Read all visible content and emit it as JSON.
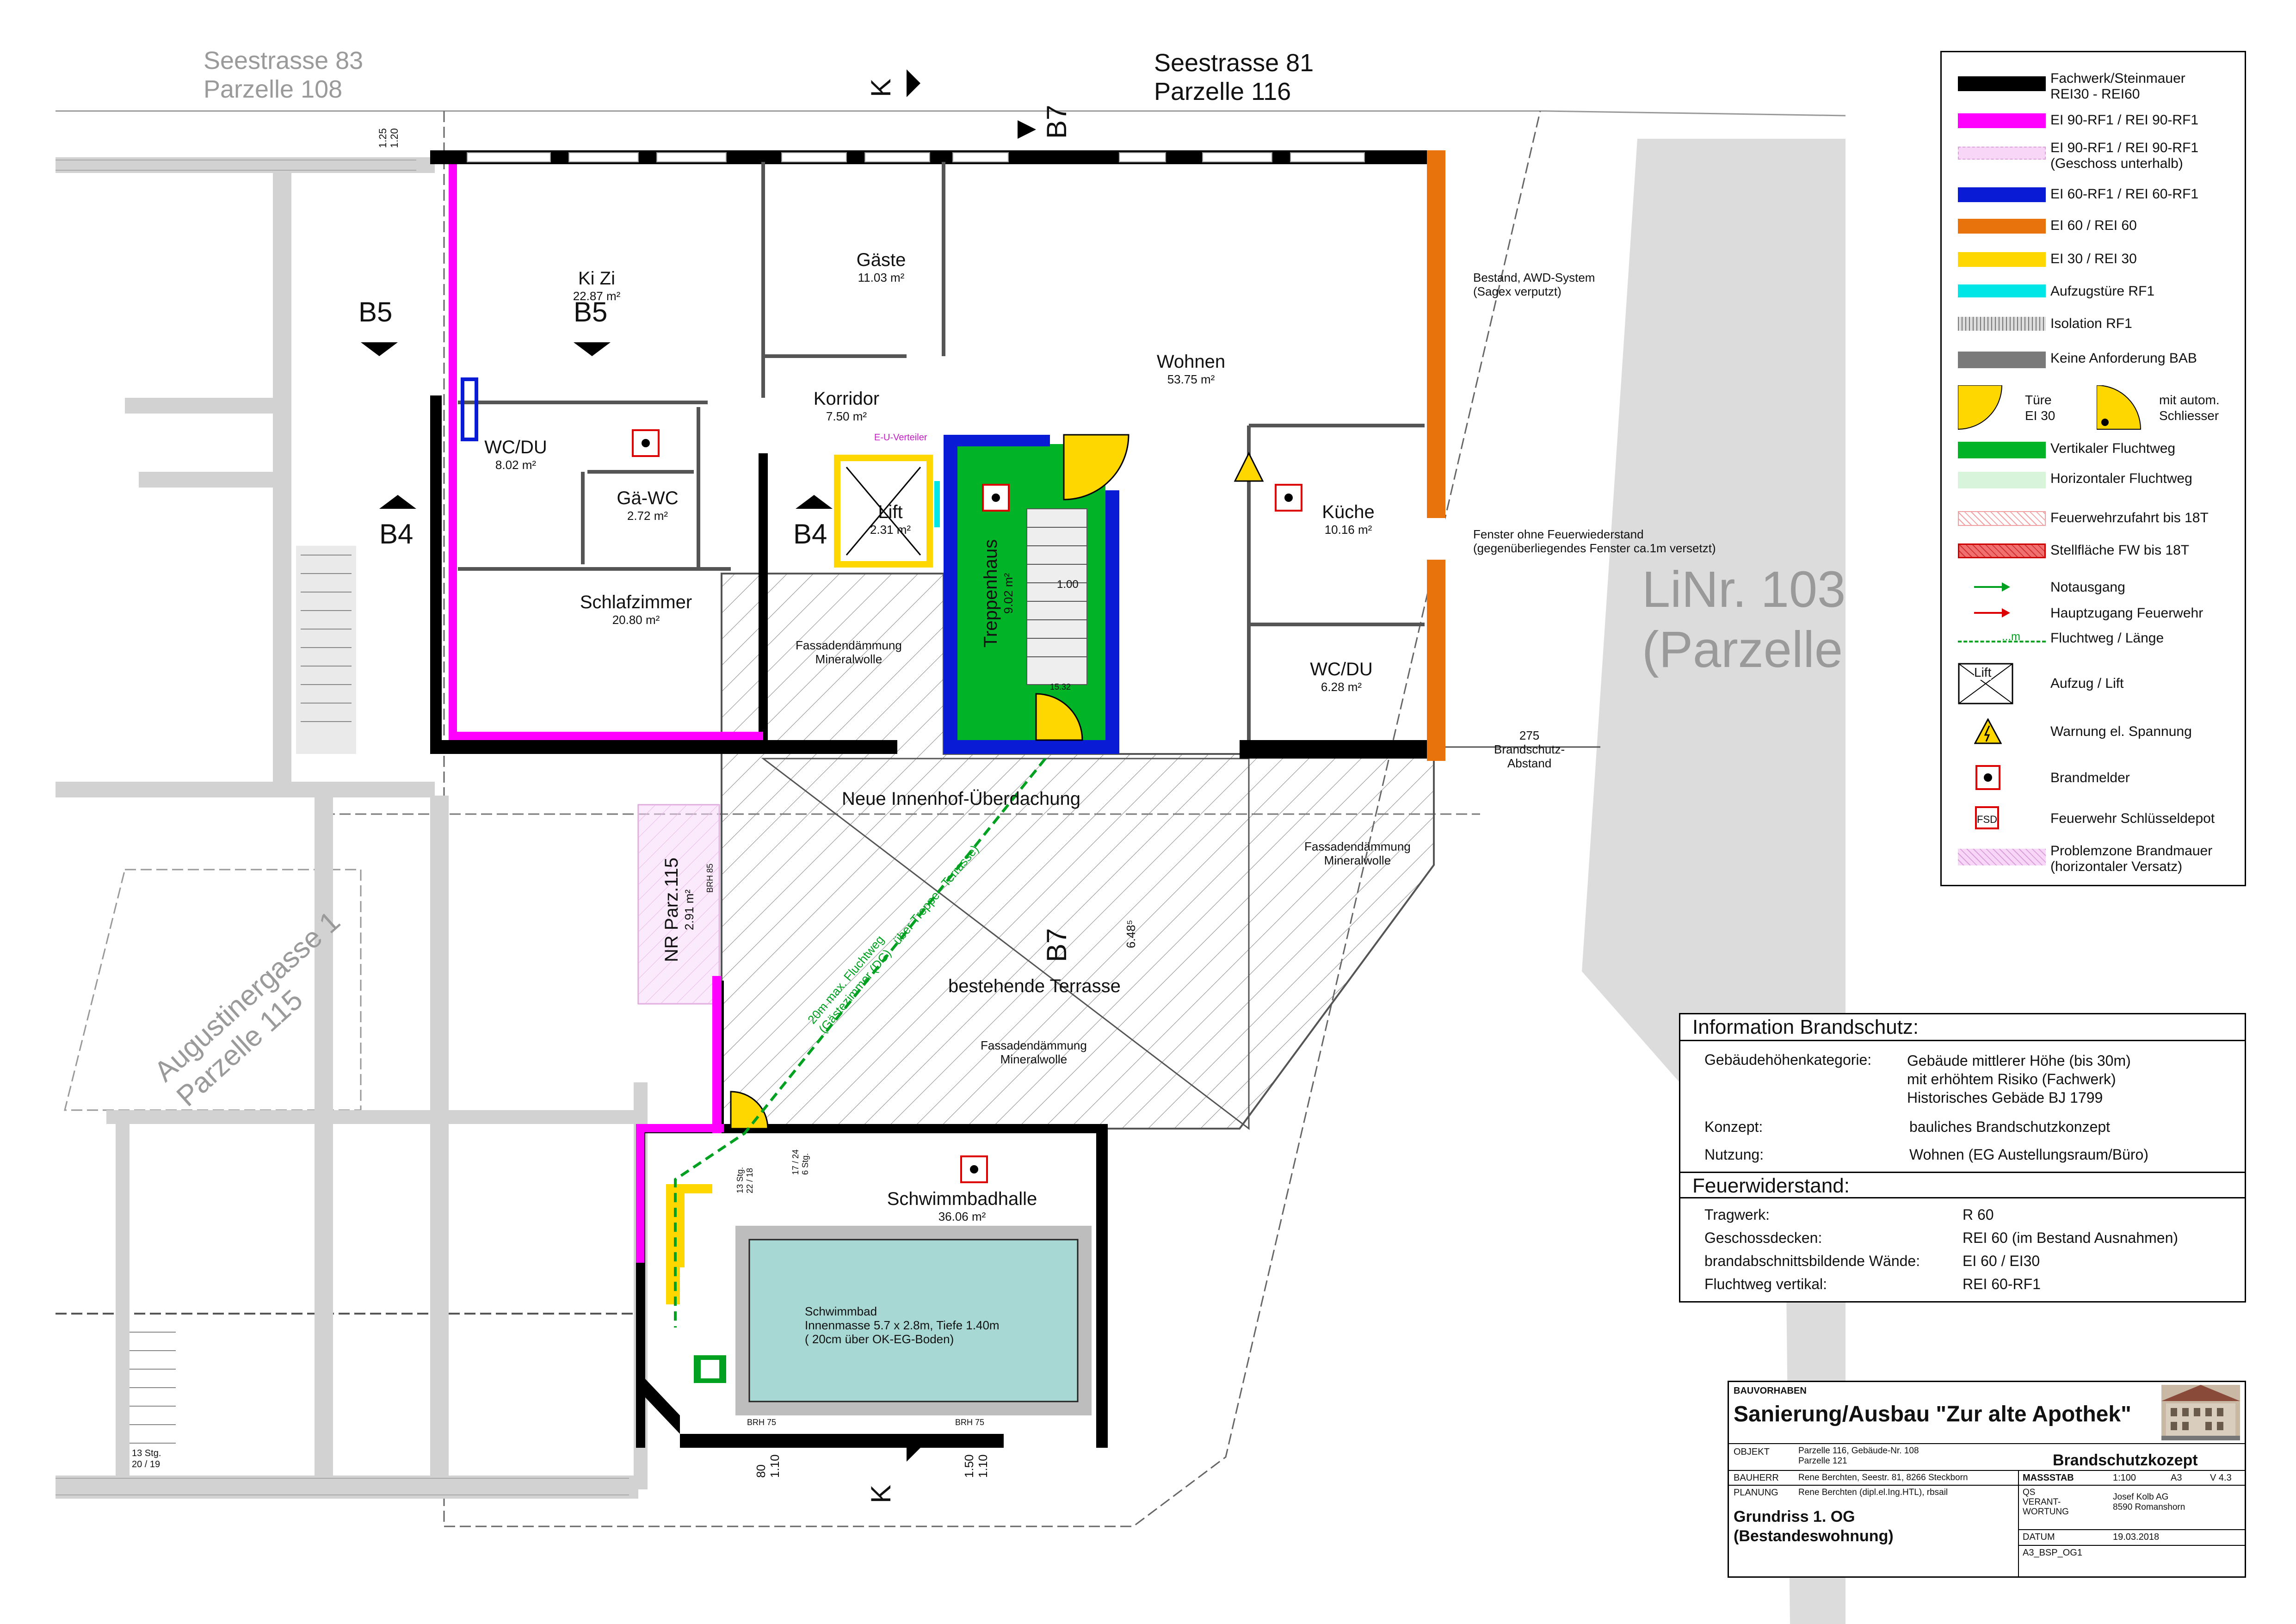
{
  "streets": {
    "seestrasse83": "Seestrasse 83",
    "parzelle108": "Parzelle 108",
    "seestrasse81": "Seestrasse 81",
    "parzelle116": "Parzelle 116",
    "augustinergasse1": "Augustinergasse 1",
    "parzelle115": "Parzelle 115",
    "linr": "LiNr. 103",
    "parzelle_r": "(Parzelle"
  },
  "section_marks": {
    "b5": "B5",
    "b4": "B4",
    "b7": "B7",
    "k": "K"
  },
  "rooms": {
    "kizi": {
      "name": "Ki Zi",
      "area": "22.87 m²"
    },
    "gaeste": {
      "name": "Gäste",
      "area": "11.03 m²"
    },
    "wohnen": {
      "name": "Wohnen",
      "area": "53.75 m²"
    },
    "korridor": {
      "name": "Korridor",
      "area": "7.50 m²"
    },
    "wcdu1": {
      "name": "WC/DU",
      "area": "8.02 m²"
    },
    "gaewc": {
      "name": "Gä-WC",
      "area": "2.72 m²"
    },
    "lift": {
      "name": "Lift",
      "area": "2.31 m²"
    },
    "treppenhaus": {
      "name": "Treppenhaus",
      "area": "9.02 m²"
    },
    "kueche": {
      "name": "Küche",
      "area": "10.16 m²"
    },
    "wcdu2": {
      "name": "WC/DU",
      "area": "6.28 m²"
    },
    "schlafzimmer": {
      "name": "Schlafzimmer",
      "area": "20.80 m²"
    },
    "nr": {
      "name": "NR Parz.115",
      "area": "2.91 m²"
    },
    "schwimmbadhalle": {
      "name": "Schwimmbadhalle",
      "area": "36.06 m²"
    }
  },
  "plan_labels": {
    "bestand": "Bestand, AWD-System",
    "sagex": "(Sagex verputzt)",
    "fenster1": "Fenster ohne Feuerwiederstand",
    "fenster2": "(gegenüberliegendes Fenster ca.1m versetzt)",
    "brandschutz_num": "275",
    "brandschutz1": "Brandschutz-",
    "brandschutz2": "Abstand",
    "fassade1a": "Fassadendämmung",
    "fassade1b": "Mineralwolle",
    "fassade2a": "Fassadendämmung",
    "fassade2b": "Mineralwolle",
    "fassade3a": "Fassadendämmung",
    "fassade3b": "Mineralwolle",
    "neue": "Neue Innenhof-Überdachung",
    "terrasse": "bestehende Terrasse",
    "flucht1": "20m max. Fluchtweg",
    "flucht2": "(Gästezimmer (DG) - über Treppe - Terrasse)",
    "euverteiler": "E-U-Verteiler",
    "schwimmbad1": "Schwimmbad",
    "schwimmbad2": "Innenmasse 5.7 x 2.8m, Tiefe 1.40m",
    "schwimmbad3": "( 20cm über OK-EG-Boden)",
    "stair_1": "1.00",
    "stair_15": "15.32",
    "brh85": "BRH 85",
    "brh75a": "BRH 75",
    "brh75b": "BRH 75",
    "dim125": "1.25",
    "dim120": "1.20",
    "dim80": "80",
    "dim110a": "1.10",
    "dim150": "1.50",
    "dim110b": "1.10",
    "dim648": "6.48⁵",
    "stg13a": "13 Stg.",
    "stg13b": "20 / 19",
    "stg17": "17 / 24",
    "stg6": "6 Stg.",
    "stg13c": "13 Stg.",
    "stg22": "22 / 18"
  },
  "legend": {
    "items": [
      {
        "label": "Fachwerk/Steinmauer",
        "label2": "REI30 - REI60",
        "color": "#000000"
      },
      {
        "label": "EI 90-RF1 / REI 90-RF1",
        "label2": "",
        "color": "#ff00ff"
      },
      {
        "label": "EI 90-RF1 / REI 90-RF1",
        "label2": "(Geschoss unterhalb)",
        "color": "#f7d6f7"
      },
      {
        "label": "EI 60-RF1 / REI 60-RF1",
        "label2": "",
        "color": "#0a1bd6"
      },
      {
        "label": "EI 60 / REI 60",
        "label2": "",
        "color": "#e8720c"
      },
      {
        "label": "EI 30 / REI 30",
        "label2": "",
        "color": "#ffd700"
      },
      {
        "label": "Aufzugstüre RF1",
        "label2": "",
        "color": "#00e5e5"
      },
      {
        "label": "Isolation RF1",
        "label2": "",
        "color": "#bbbbbb"
      },
      {
        "label": "Keine Anforderung BAB",
        "label2": "",
        "color": "#7a7a7a"
      }
    ],
    "tuere": "Türe",
    "ei30": "EI 30",
    "mit_autom": "mit autom.",
    "schliesser": "Schliesser",
    "items2": [
      {
        "label": "Vertikaler Fluchtweg",
        "color": "#00b327"
      },
      {
        "label": "Horizontaler Fluchtweg",
        "color": "#d8f5dc"
      },
      {
        "label": "Feuerwehrzufahrt bis 18T",
        "color": "#ffd6d6"
      },
      {
        "label": "Stellfläche FW  bis 18T",
        "color": "#f07070"
      }
    ],
    "notausgang": "Notausgang",
    "hauptzugang": "Hauptzugang Feuerwehr",
    "m": "...m",
    "fluchtweg_laenge": "Fluchtweg / Länge",
    "lift_box": "Lift",
    "aufzug": "Aufzug / Lift",
    "warnung": "Warnung el. Spannung",
    "brandmelder": "Brandmelder",
    "fsd": "FSD",
    "schluesseldepot": "Feuerwehr Schlüsseldepot",
    "problemzone": "Problemzone Brandmauer",
    "versatz": "(horizontaler Versatz)"
  },
  "info": {
    "title": "Information Brandschutz:",
    "gk_label": "Gebäudehöhenkategorie:",
    "gk_1": "Gebäude mittlerer Höhe (bis 30m)",
    "gk_2": "mit erhöhtem Risiko (Fachwerk)",
    "gk_3": "Historisches Gebäde BJ 1799",
    "konzept_label": "Konzept:",
    "konzept": "bauliches Brandschutzkonzept",
    "nutzung_label": "Nutzung:",
    "nutzung": "Wohnen (EG Austellungsraum/Büro)",
    "fw_title": "Feuerwiderstand:",
    "tragwerk_label": "Tragwerk:",
    "tragwerk": "R 60",
    "gdecken_label": "Geschossdecken:",
    "gdecken": "REI 60   (im Bestand Ausnahmen)",
    "bwaende_label": "brandabschnittsbildende Wände:",
    "bwaende": "EI 60 / EI30",
    "fvert_label": "Fluchtweg vertikal:",
    "fvert": "REI 60-RF1"
  },
  "titleblock": {
    "bauvorhaben": "BAUVORHABEN",
    "project": "Sanierung/Ausbau \"Zur alte Apothek\"",
    "objekt_l": "OBJEKT",
    "objekt_1": "Parzelle 116, Gebäude-Nr. 108",
    "objekt_2": "Parzelle 121",
    "konzept": "Brandschutzkozept",
    "bauherr_l": "BAUHERR",
    "bauherr": "Rene Berchten, Seestr. 81, 8266 Steckborn",
    "massstab_l": "MASSSTAB",
    "massstab": "1:100",
    "format": "A3",
    "version": "V 4.3",
    "planung_l": "PLANUNG",
    "planung": "Rene Berchten (dipl.el.Ing.HTL),  rbsail",
    "qs_1": "QS",
    "qs_2": "VERANT-",
    "qs_3": "WORTUNG",
    "qs_name1": "Josef Kolb AG",
    "qs_name2": "8590 Romanshorn",
    "plan_1": "Grundriss 1. OG",
    "plan_2": "(Bestandeswohnung)",
    "datum_l": "DATUM",
    "datum": "19.03.2018",
    "plan_nr": "A3_BSP_OG1"
  }
}
